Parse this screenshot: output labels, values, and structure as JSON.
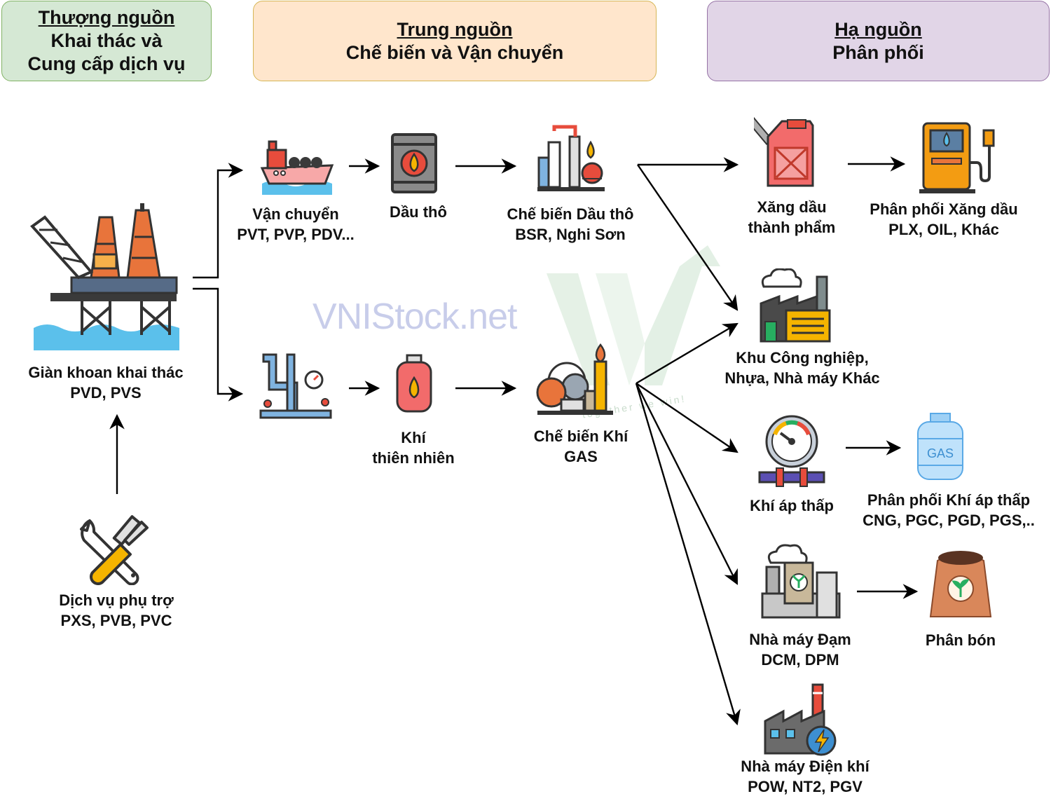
{
  "headers": {
    "upstream": {
      "title": "Thượng nguồn",
      "line1": "Khai thác và",
      "line2": "Cung cấp dịch vụ"
    },
    "midstream": {
      "title": "Trung nguồn",
      "line1": "Chế biến và Vận chuyển"
    },
    "downstream": {
      "title": "Hạ nguồn",
      "line1": "Phân phối"
    }
  },
  "nodes": {
    "rig": {
      "line1": "Giàn khoan khai thác",
      "line2": "PVD, PVS",
      "icon": "oil-rig-icon"
    },
    "services": {
      "line1": "Dịch vụ phụ trợ",
      "line2": "PXS, PVB, PVC",
      "icon": "tools-icon"
    },
    "shipping": {
      "line1": "Vận chuyển",
      "line2": "PVT, PVP, PDV...",
      "icon": "tanker-ship-icon"
    },
    "crude": {
      "line1": "Dầu thô",
      "icon": "oil-barrel-icon"
    },
    "refinery": {
      "line1": "Chế biến Dầu thô",
      "line2": "BSR, Nghi Sơn",
      "icon": "refinery-icon"
    },
    "pipeline": {
      "icon": "gas-pipeline-icon"
    },
    "natgas": {
      "line1": "Khí",
      "line2": "thiên nhiên",
      "icon": "gas-cylinder-icon"
    },
    "gasproc": {
      "line1": "Chế biến Khí",
      "line2": "GAS",
      "icon": "gas-plant-icon"
    },
    "fuel": {
      "line1": "Xăng dầu",
      "line2": "thành phẩm",
      "icon": "jerrycan-icon"
    },
    "fueldist": {
      "line1": "Phân phối Xăng dầu",
      "line2": "PLX, OIL, Khác",
      "icon": "fuel-pump-icon"
    },
    "industry": {
      "line1": "Khu Công nghiệp,",
      "line2": "Nhựa, Nhà máy Khác",
      "icon": "factory-icon"
    },
    "lpg": {
      "line1": "Khí áp thấp",
      "icon": "pressure-gauge-icon"
    },
    "lpgdist": {
      "line1": "Phân phối Khí áp thấp",
      "line2": "CNG, PGC, PGD, PGS,..",
      "icon": "gas-tank-icon",
      "tank_text": "GAS"
    },
    "fertplant": {
      "line1": "Nhà máy Đạm",
      "line2": "DCM, DPM",
      "icon": "fertilizer-plant-icon"
    },
    "fertilizer": {
      "line1": "Phân bón",
      "icon": "fertilizer-sack-icon"
    },
    "power": {
      "line1": "Nhà máy Điện khí",
      "line2": "POW, NT2, PGV",
      "icon": "power-plant-icon"
    }
  },
  "watermark": {
    "text": "VNIStock.net",
    "slogan": "together we win!"
  }
}
